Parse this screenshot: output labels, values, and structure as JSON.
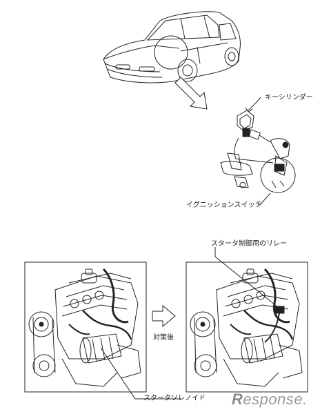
{
  "labels": {
    "key_cylinder": "キーシリンダー",
    "ignition_switch": "イグニッションスイッチ",
    "relay": "スタータ制御用のリレー",
    "after_fix": "対策後",
    "starter_solenoid": "スタータソレノイド"
  },
  "watermark": {
    "initial": "R",
    "rest": "esponse."
  },
  "colors": {
    "line": "#222222",
    "watermark": "#9a9a9a"
  }
}
